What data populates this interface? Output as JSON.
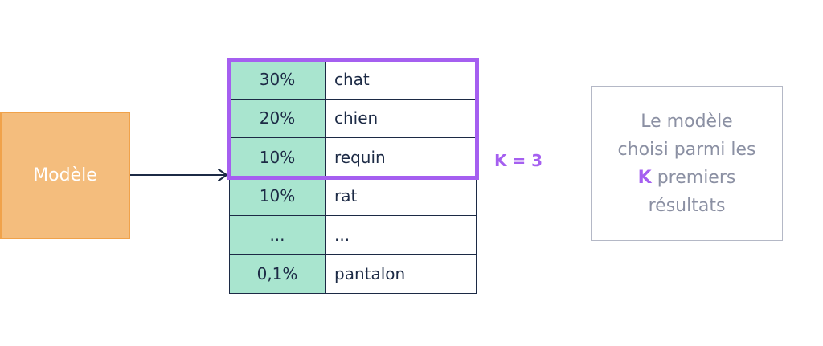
{
  "model": {
    "label": "Modèle"
  },
  "table": {
    "rows": [
      {
        "pct": "30%",
        "label": "chat"
      },
      {
        "pct": "20%",
        "label": "chien"
      },
      {
        "pct": "10%",
        "label": "requin"
      },
      {
        "pct": "10%",
        "label": "rat"
      },
      {
        "pct": "...",
        "label": "..."
      },
      {
        "pct": "0,1%",
        "label": "pantalon"
      }
    ]
  },
  "k_label": "K = 3",
  "explanation": {
    "line1": "Le modèle",
    "line2": "choisi parmi les",
    "k": "K",
    "line3_rest": " premiers",
    "line4": "résultats"
  },
  "colors": {
    "model_fill": "#f4bd7d",
    "model_border": "#f0a24a",
    "pct_fill": "#a9e5cf",
    "highlight": "#a55ff0",
    "text_dark": "#1c2a45",
    "text_gray": "#8b90a3"
  }
}
